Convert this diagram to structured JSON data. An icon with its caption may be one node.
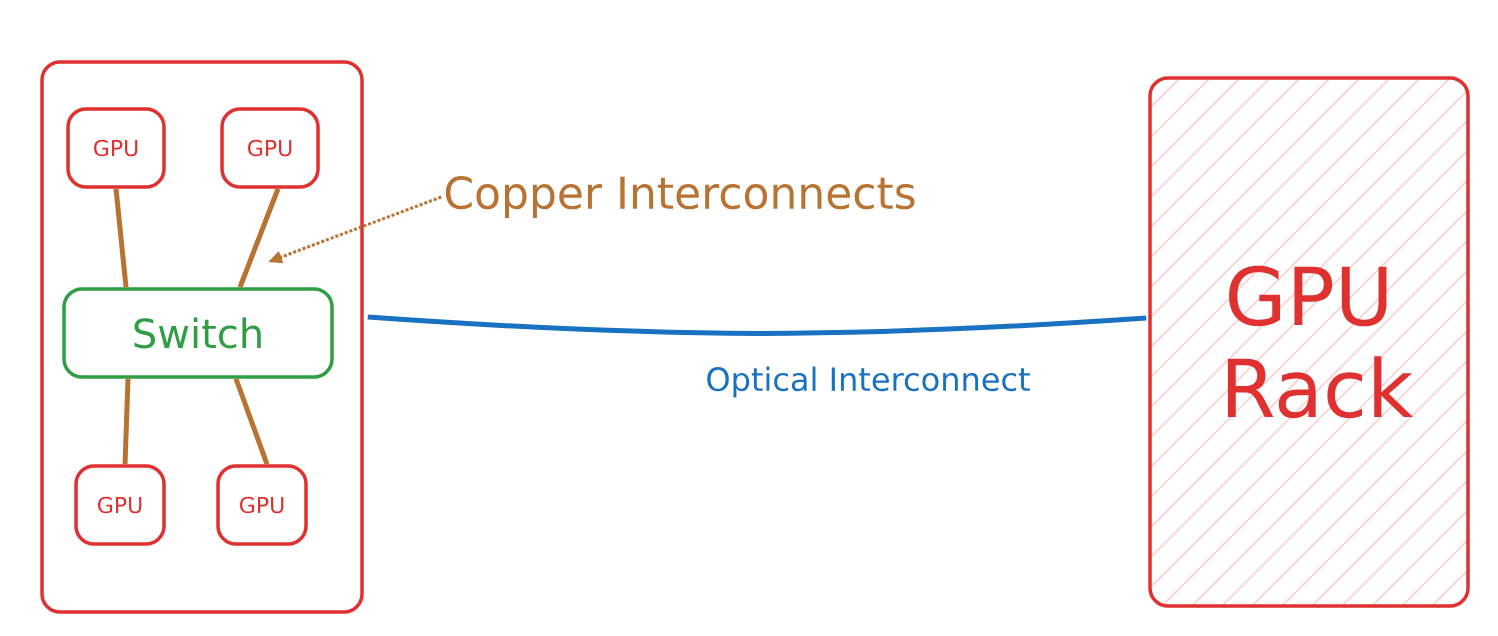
{
  "diagram": {
    "nodes": [
      {
        "text": [],
        "shape": "box"
      },
      {
        "text": [
          "GPU"
        ],
        "in": 0
      },
      {
        "text": [
          "GPU"
        ],
        "in": 0
      },
      {
        "text": [
          "Switch"
        ],
        "in": 0
      },
      {
        "text": [
          "GPU"
        ],
        "in": 0
      },
      {
        "text": [
          "GPU"
        ],
        "in": 0
      },
      {
        "text": [
          "GPU Rack"
        ]
      },
      {
        "text": [
          "Copper Interconnects"
        ]
      }
    ],
    "edges": [
      {
        "from": 1,
        "to": 3,
        "arrow": "none"
      },
      {
        "from": 2,
        "to": 3,
        "arrow": "none"
      },
      {
        "from": 3,
        "to": 4,
        "arrow": "none"
      },
      {
        "from": 3,
        "to": 5,
        "arrow": "none"
      },
      {
        "from": 0,
        "to": 6,
        "arrow": "none",
        "label": "Optical Interconnect",
        "color": "#1971c2"
      },
      {
        "from": 7,
        "to": null,
        "arrow": "to",
        "style": "dashed"
      }
    ]
  }
}
